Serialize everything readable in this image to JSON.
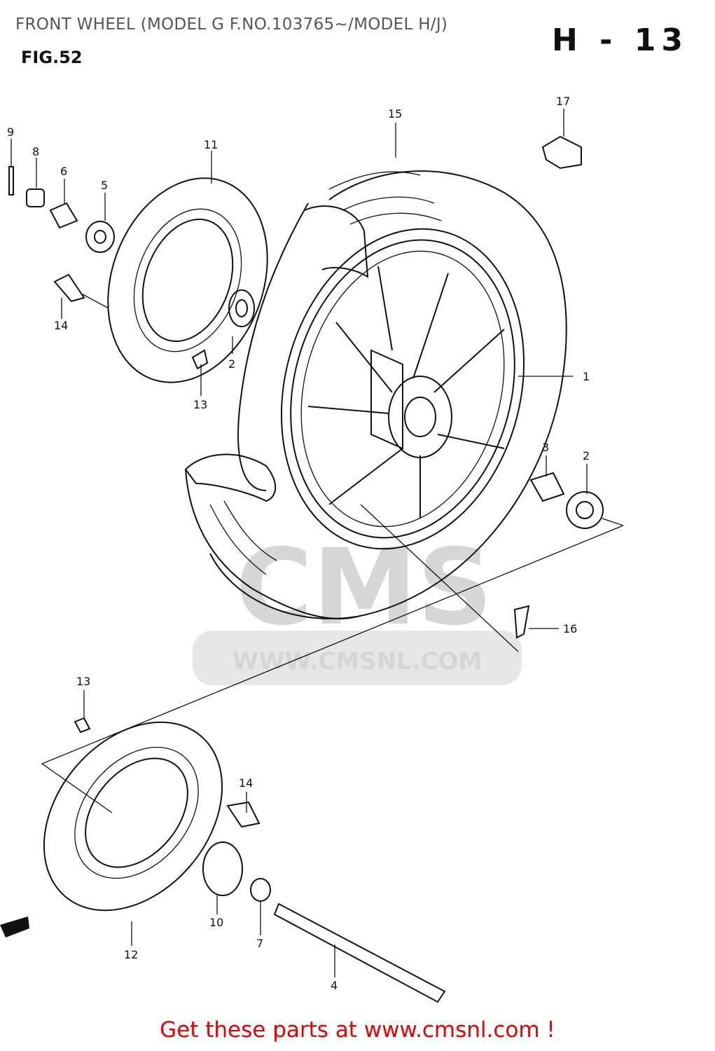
{
  "header": {
    "title": "FRONT WHEEL (MODEL G F.NO.103765~/MODEL H/J)",
    "page_code": "H - 13",
    "figure_label": "FIG.52"
  },
  "callouts": [
    "1",
    "2",
    "2",
    "3",
    "4",
    "5",
    "6",
    "7",
    "8",
    "9",
    "10",
    "11",
    "12",
    "13",
    "13",
    "14",
    "14",
    "15",
    "16",
    "17"
  ],
  "watermark": {
    "logo_text": "CMS",
    "url_text": "WWW.CMSNL.COM"
  },
  "footer": {
    "text": "Get these parts at www.cmsnl.com !",
    "color": "#e60000"
  }
}
